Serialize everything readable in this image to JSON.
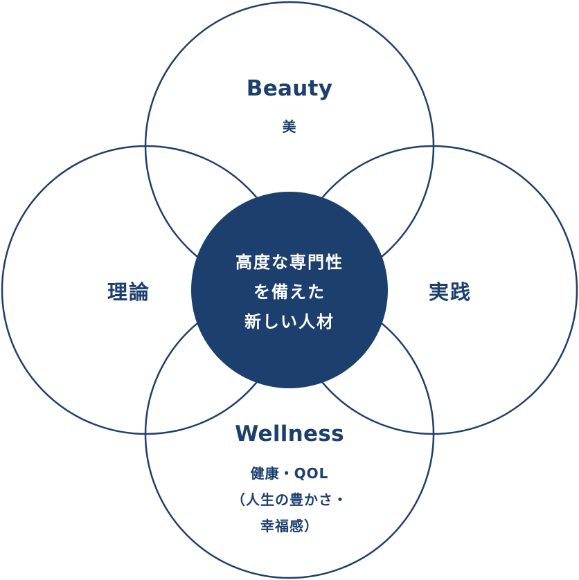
{
  "colors": {
    "navy": "#1c3f6e",
    "stroke": "#1c3f6e",
    "background": "#ffffff",
    "center_text": "#ffffff"
  },
  "top_circle": {
    "title": "Beauty",
    "subtitle": "美"
  },
  "left_circle": {
    "title": "理論"
  },
  "right_circle": {
    "title": "実践"
  },
  "bottom_circle": {
    "title": "Wellness",
    "lines": [
      "健康・QOL",
      "（人生の豊かさ・",
      "幸福感）"
    ]
  },
  "center_circle": {
    "lines": [
      "高度な専門性",
      "を備えた",
      "新しい人材"
    ]
  }
}
